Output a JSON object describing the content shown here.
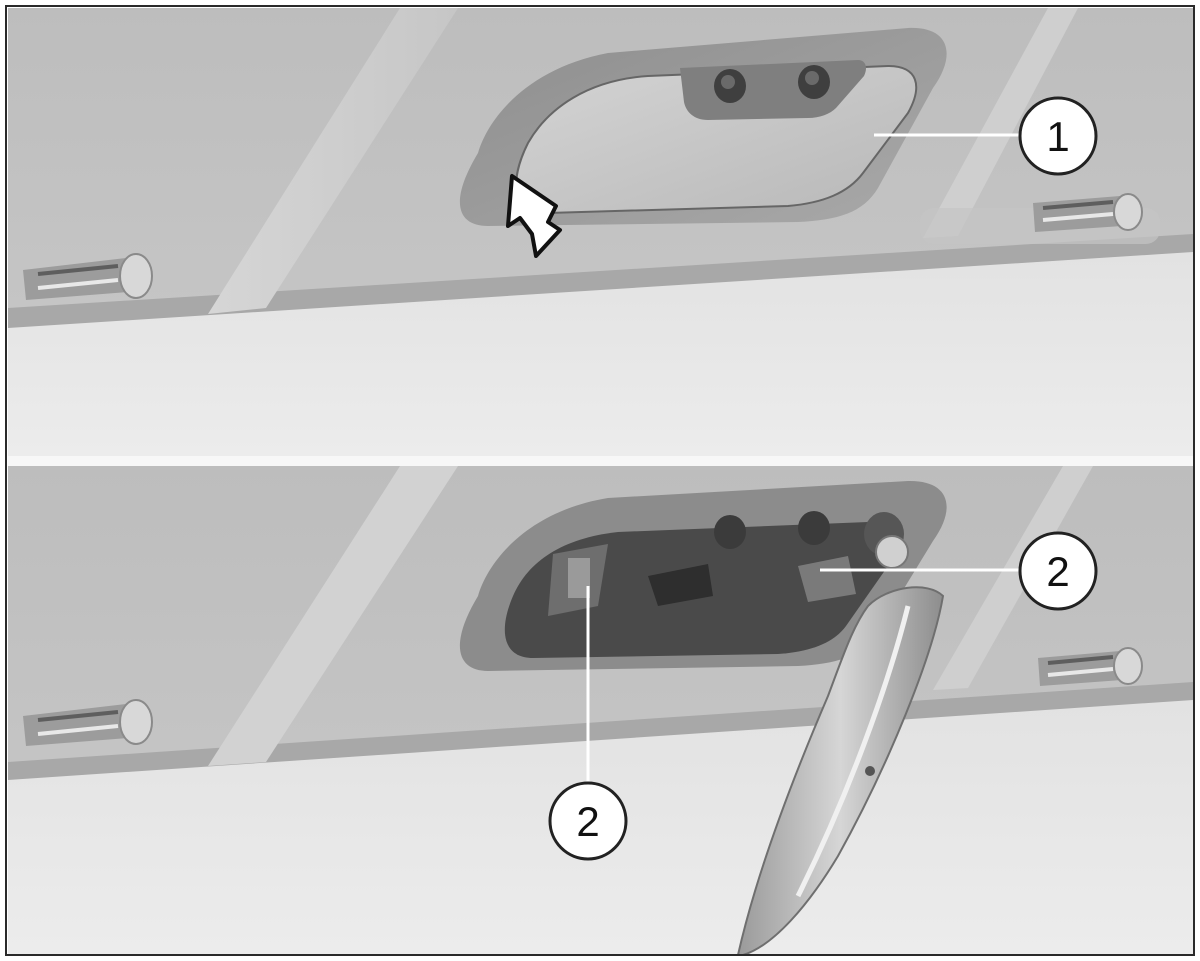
{
  "figure": {
    "top_panel": {
      "callout": "1"
    },
    "bottom_panel": {
      "callout_right": "2",
      "callout_bottom": "2"
    }
  }
}
